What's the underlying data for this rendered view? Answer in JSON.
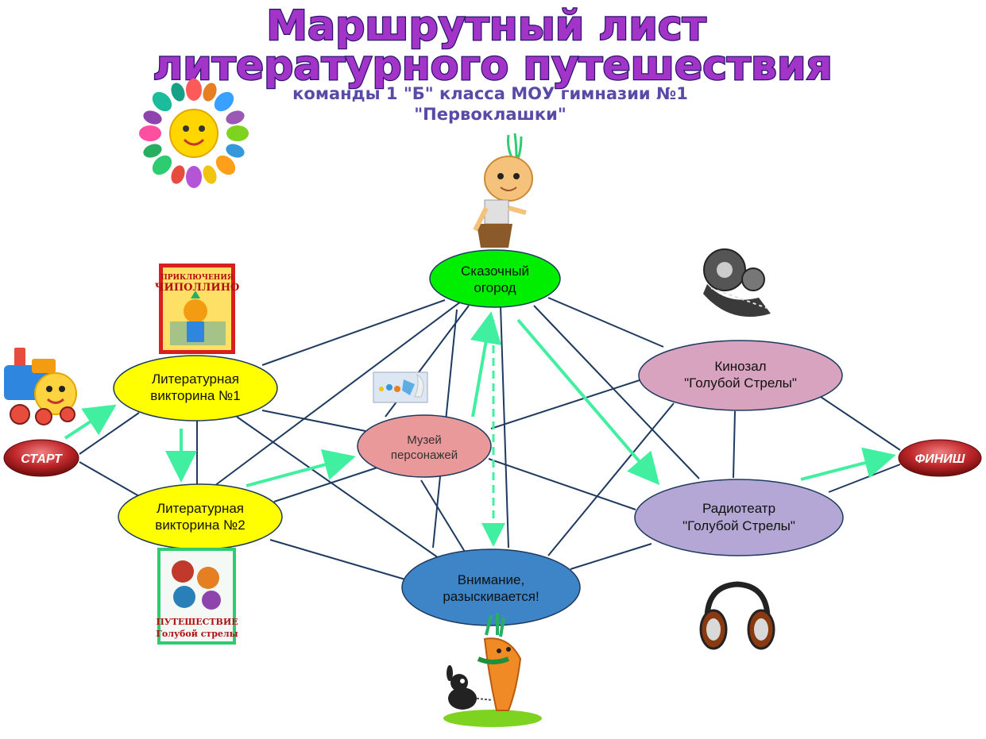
{
  "title": {
    "line1": "Маршрутный лист",
    "line2": "литературного путешествия"
  },
  "subtitle": {
    "line1": "команды 1 \"Б\" класса МОУ гимназии №1",
    "line2": "\"Первоклашки\""
  },
  "nodes": {
    "start": {
      "label": "СТАРТ",
      "color": "#c0282c"
    },
    "finish": {
      "label": "ФИНИШ",
      "color": "#c0282c"
    },
    "quiz1": {
      "line1": "Литературная",
      "line2": "викторина №1",
      "color": "#ffff00"
    },
    "quiz2": {
      "line1": "Литературная",
      "line2": "викторина №2",
      "color": "#ffff00"
    },
    "garden": {
      "line1": "Сказочный",
      "line2": "огород",
      "color": "#00ee00"
    },
    "museum": {
      "line1": "Музей",
      "line2": "персонажей",
      "color": "#e99999"
    },
    "cinema": {
      "line1": "Кинозал",
      "line2": "\"Голубой Стрелы\"",
      "color": "#d7a3bf"
    },
    "radio": {
      "line1": "Радиотеатр",
      "line2": "\"Голубой Стрелы\"",
      "color": "#b4a7d6"
    },
    "wanted": {
      "line1": "Внимание,",
      "line2": "разыскивается!",
      "color": "#3d85c6"
    }
  },
  "books": {
    "book1": {
      "line1": "ПРИКЛЮЧЕНИЯ",
      "line2": "ЧИПОЛЛИНО"
    },
    "book2": {
      "line1": "ПУТЕШЕСТВИЕ",
      "line2": "Голубой стрелы"
    }
  },
  "colors": {
    "connector": "#1f3a5f",
    "route_arrow": "#40f0a0",
    "title_fill": "#a235c8"
  },
  "icons": [
    "sun-hands-icon",
    "train-icon",
    "book-cipollino-icon",
    "book-blue-arrow-icon",
    "cipollino-icon",
    "film-reel-icon",
    "figurines-icon",
    "headphones-icon",
    "carrot-dog-icon"
  ]
}
